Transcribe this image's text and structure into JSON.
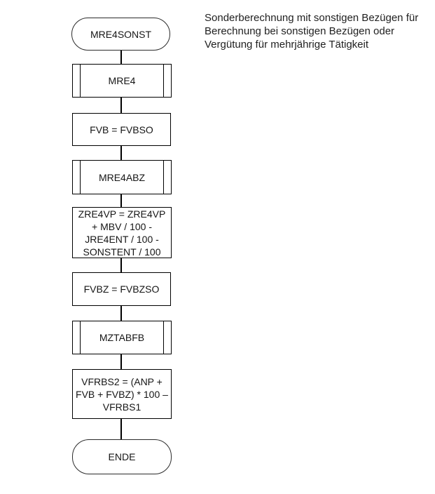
{
  "description": {
    "text": "Sonderberechnung mit sonstigen Bezügen für Berechnung bei sonstigen Bezügen oder Vergütung für mehrjährige Tätigkeit"
  },
  "flowchart": {
    "nodes": [
      {
        "type": "terminator",
        "label": "MRE4SONST"
      },
      {
        "type": "subroutine",
        "label": "MRE4"
      },
      {
        "type": "process",
        "label": "FVB = FVBSO"
      },
      {
        "type": "subroutine",
        "label": "MRE4ABZ"
      },
      {
        "type": "process",
        "label": "ZRE4VP = ZRE4VP + MBV / 100 - JRE4ENT / 100 - SONSTENT / 100"
      },
      {
        "type": "process",
        "label": "FVBZ = FVBZSO"
      },
      {
        "type": "subroutine",
        "label": "MZTABFB"
      },
      {
        "type": "process",
        "label": "VFRBS2 = (ANP + FVB + FVBZ) * 100 – VFRBS1"
      },
      {
        "type": "terminator",
        "label": "ENDE"
      }
    ]
  },
  "colors": {
    "border": "#000000",
    "text": "#1a1a1a",
    "background": "#ffffff"
  }
}
